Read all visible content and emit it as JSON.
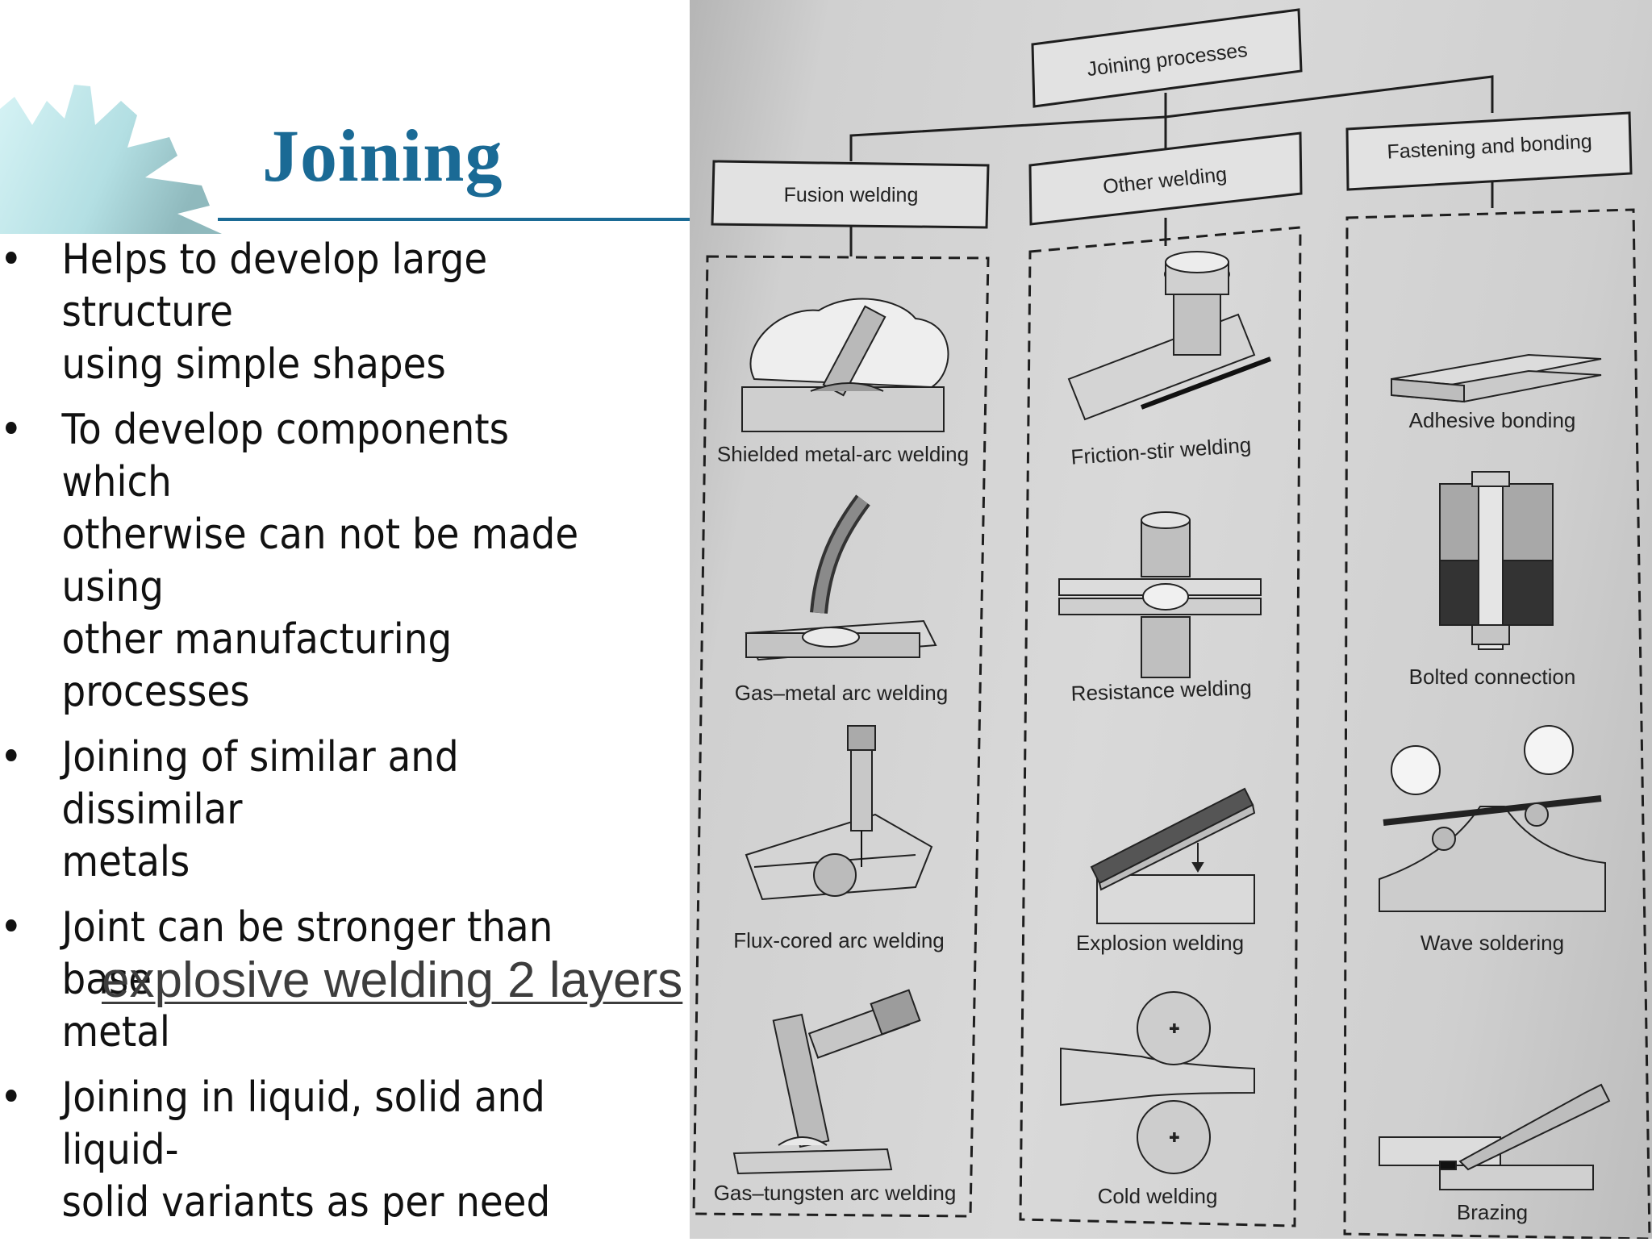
{
  "slide": {
    "title": "Joining",
    "bullets": [
      {
        "line1": "Helps to develop large structure",
        "line2": "using simple shapes"
      },
      {
        "line1": "To develop components which",
        "line2": "otherwise can not be made using",
        "line3": "other manufacturing processes"
      },
      {
        "line1": "Joining of similar and dissimilar",
        "line2": "metals"
      },
      {
        "line1": "Joint can be stronger than base",
        "line2": "metal"
      },
      {
        "line1": "Joining in liquid, solid and liquid-",
        "line2": "solid variants as per need"
      }
    ],
    "bullet_symbol": "•",
    "link_text": "explosive welding 2 layers",
    "accent_color": "#1a6a95"
  },
  "diagram": {
    "root": "Joining processes",
    "categories": [
      {
        "label": "Fusion welding",
        "processes": [
          "Shielded metal-arc welding",
          "Gas–metal arc welding",
          "Flux-cored arc welding",
          "Gas–tungsten arc welding"
        ]
      },
      {
        "label": "Other welding",
        "processes": [
          "Friction-stir welding",
          "Resistance welding",
          "Explosion welding",
          "Cold welding"
        ]
      },
      {
        "label": "Fastening and bonding",
        "processes": [
          "Adhesive bonding",
          "Bolted connection",
          "Wave soldering",
          "Brazing"
        ]
      }
    ]
  },
  "icons": [
    "gear-icon",
    "shielded-metal-arc-icon",
    "gas-metal-arc-icon",
    "flux-cored-arc-icon",
    "gas-tungsten-arc-icon",
    "friction-stir-icon",
    "resistance-welding-icon",
    "explosion-welding-icon",
    "cold-welding-icon",
    "adhesive-bonding-icon",
    "bolted-connection-icon",
    "wave-soldering-icon",
    "brazing-icon"
  ]
}
